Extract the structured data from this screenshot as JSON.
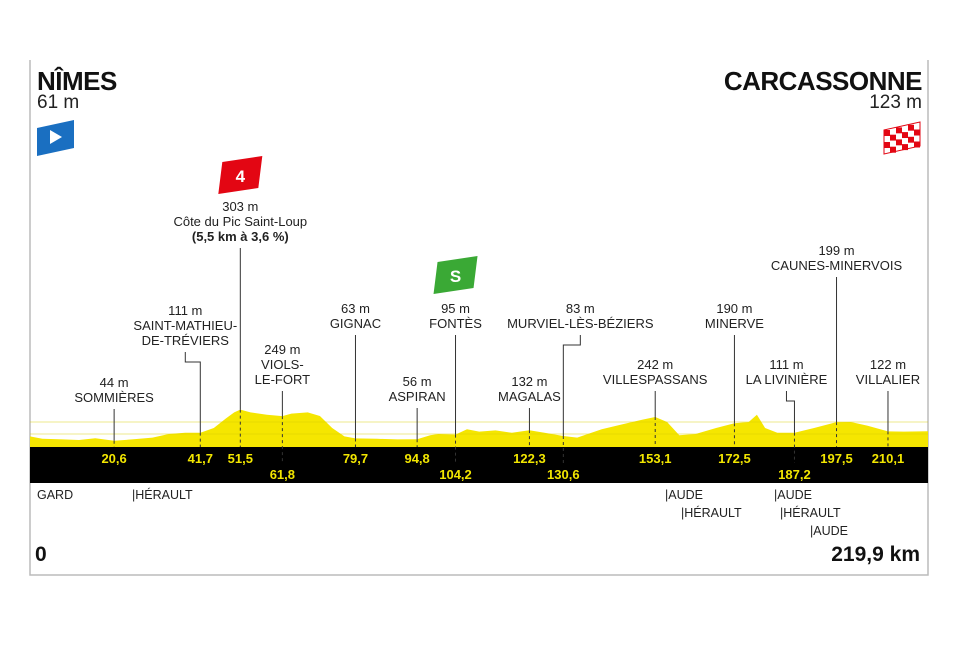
{
  "start": {
    "city": "NÎMES",
    "altitude": "61 m",
    "flag_icon": "start-flag-icon"
  },
  "finish": {
    "city": "CARCASSONNE",
    "altitude": "123 m",
    "flag_icon": "finish-flag-icon"
  },
  "distance": {
    "start": "0",
    "end": "219,9 km"
  },
  "departments": [
    {
      "label": "GARD",
      "km": 0
    },
    {
      "label": "|HÉRAULT",
      "km": 25
    },
    {
      "label": "|AUDE",
      "km": 155
    },
    {
      "label": "|HÉRAULT",
      "km": 159
    },
    {
      "label": "|AUDE",
      "km": 182
    },
    {
      "label": "|HÉRAULT",
      "km": 184
    },
    {
      "label": "|AUDE",
      "km": 191
    }
  ],
  "chart_data": {
    "type": "area",
    "title": "Nîmes – Carcassonne",
    "xlabel": "km",
    "ylabel": "m",
    "xlim": [
      0,
      219.9
    ],
    "colors": {
      "profile": "#f5e600",
      "bar": "#000000",
      "km_label": "#f2e600",
      "climb_badge": "#e30613",
      "sprint_badge": "#3aa935"
    },
    "series": [
      {
        "name": "elevation",
        "x": [
          0,
          3,
          8,
          12,
          16,
          20.6,
          25,
          30,
          34,
          38,
          41.7,
          45,
          48,
          50,
          51.5,
          54,
          58,
          61.8,
          64,
          68,
          71,
          74,
          77,
          79.7,
          85,
          90,
          94.8,
          98,
          100,
          104.2,
          107,
          110,
          114,
          118,
          122.3,
          126,
          130.6,
          134,
          140,
          145,
          150,
          153.1,
          156,
          159,
          163,
          168,
          172.5,
          176,
          178,
          180,
          183,
          187.2,
          192,
          197.5,
          201,
          205,
          210.1,
          214,
          219.9
        ],
        "y": [
          80,
          60,
          55,
          50,
          65,
          44,
          55,
          70,
          100,
          110,
          111,
          150,
          230,
          280,
          303,
          280,
          260,
          249,
          270,
          280,
          250,
          150,
          80,
          63,
          60,
          55,
          56,
          90,
          100,
          95,
          140,
          120,
          130,
          110,
          132,
          110,
          83,
          70,
          140,
          180,
          220,
          242,
          200,
          90,
          100,
          150,
          190,
          200,
          260,
          150,
          110,
          111,
          150,
          199,
          200,
          170,
          122,
          120,
          123
        ]
      }
    ],
    "markers": [
      {
        "km": 20.6,
        "km_label": "20,6",
        "altitude": "44 m",
        "name": [
          "SOMMIÈRES"
        ]
      },
      {
        "km": 41.7,
        "km_label": "41,7",
        "altitude": "111 m",
        "name": [
          "SAINT-MATHIEU-",
          "DE-TRÉVIERS"
        ]
      },
      {
        "km": 51.5,
        "km_label": "51,5",
        "altitude": "303 m",
        "name": [
          "Côte du Pic Saint-Loup"
        ],
        "detail": "(5,5 km à 3,6 %)",
        "badge": "4",
        "badge_type": "climb"
      },
      {
        "km": 61.8,
        "km_label": "61,8",
        "altitude": "249 m",
        "name": [
          "VIOLS-",
          "LE-FORT"
        ]
      },
      {
        "km": 79.7,
        "km_label": "79,7",
        "altitude": "63 m",
        "name": [
          "GIGNAC"
        ]
      },
      {
        "km": 94.8,
        "km_label": "94,8",
        "altitude": "56 m",
        "name": [
          "ASPIRAN"
        ]
      },
      {
        "km": 104.2,
        "km_label": "104,2",
        "altitude": "95 m",
        "name": [
          "FONTÈS"
        ],
        "badge": "S",
        "badge_type": "sprint"
      },
      {
        "km": 122.3,
        "km_label": "122,3",
        "altitude": "132 m",
        "name": [
          "MAGALAS"
        ]
      },
      {
        "km": 130.6,
        "km_label": "130,6",
        "altitude": "83 m",
        "name": [
          "MURVIEL-LÈS-BÉZIERS"
        ]
      },
      {
        "km": 153.1,
        "km_label": "153,1",
        "altitude": "242 m",
        "name": [
          "VILLESPASSANS"
        ]
      },
      {
        "km": 172.5,
        "km_label": "172,5",
        "altitude": "190 m",
        "name": [
          "MINERVE"
        ]
      },
      {
        "km": 187.2,
        "km_label": "187,2",
        "altitude": "111 m",
        "name": [
          "LA LIVINIÈRE"
        ]
      },
      {
        "km": 197.5,
        "km_label": "197,5",
        "altitude": "199 m",
        "name": [
          "CAUNES-MINERVOIS"
        ]
      },
      {
        "km": 210.1,
        "km_label": "210,1",
        "altitude": "122 m",
        "name": [
          "VILLALIER"
        ]
      }
    ]
  }
}
